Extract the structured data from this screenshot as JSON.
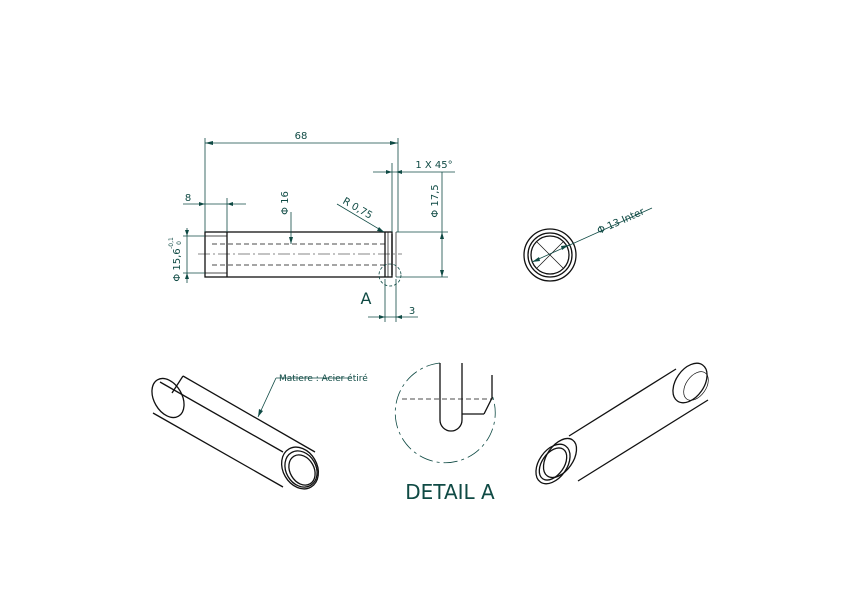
{
  "drawing": {
    "dimensions": {
      "overall_length": "68",
      "shoulder_length": "8",
      "bore_diameter": "Φ 16",
      "outer_diameter": "Φ 17,5",
      "radius": "R 0,75",
      "chamfer": "1 X 45°",
      "groove_width": "3",
      "groove_diameter": "Φ 15,6",
      "tolerance_upper": "-0,1",
      "tolerance_lower": "0",
      "inner_diameter": "Φ 13  Inter"
    },
    "detail_marker": "A",
    "material_note": "Matiere : Acier étiré",
    "detail_title": "DETAIL A"
  },
  "colors": {
    "annotation": "#0f4a44",
    "geometry": "#111111"
  }
}
